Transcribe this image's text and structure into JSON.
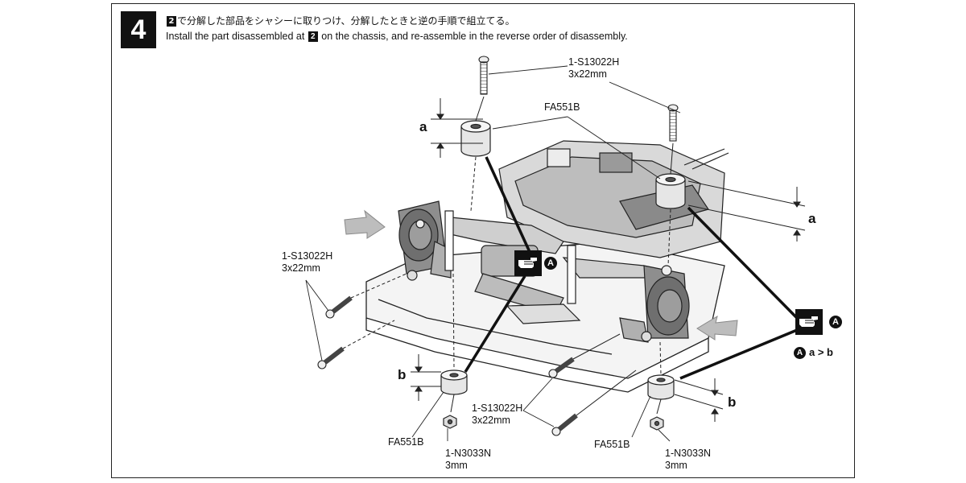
{
  "step": {
    "number": "4"
  },
  "instruction": {
    "ref": "2",
    "jp_after_ref": "で分解した部品をシャシーに取りつけ、分解したときと逆の手順で組立てる。",
    "en_before_ref": "Install the part disassembled at ",
    "en_after_ref": " on the chassis, and re-assemble in the reverse order of disassembly."
  },
  "parts": {
    "screw_top": {
      "code": "1-S13022H",
      "size": "3x22mm"
    },
    "spacer_top": {
      "code": "FA551B"
    },
    "screw_left": {
      "code": "1-S13022H",
      "size": "3x22mm"
    },
    "screw_bottom": {
      "code": "1-S13022H",
      "size": "3x22mm"
    },
    "spacer_bottom_left": {
      "code": "FA551B"
    },
    "nut_left": {
      "code": "1-N3033N",
      "size": "3mm"
    },
    "spacer_bottom_right": {
      "code": "FA551B"
    },
    "nut_right": {
      "code": "1-N3033N",
      "size": "3mm"
    }
  },
  "dimensions": {
    "a_label": "a",
    "b_label": "b"
  },
  "callout": {
    "marker": "A",
    "note_marker": "A",
    "note_text": "a > b",
    "icon": "pointing-hand-icon"
  }
}
